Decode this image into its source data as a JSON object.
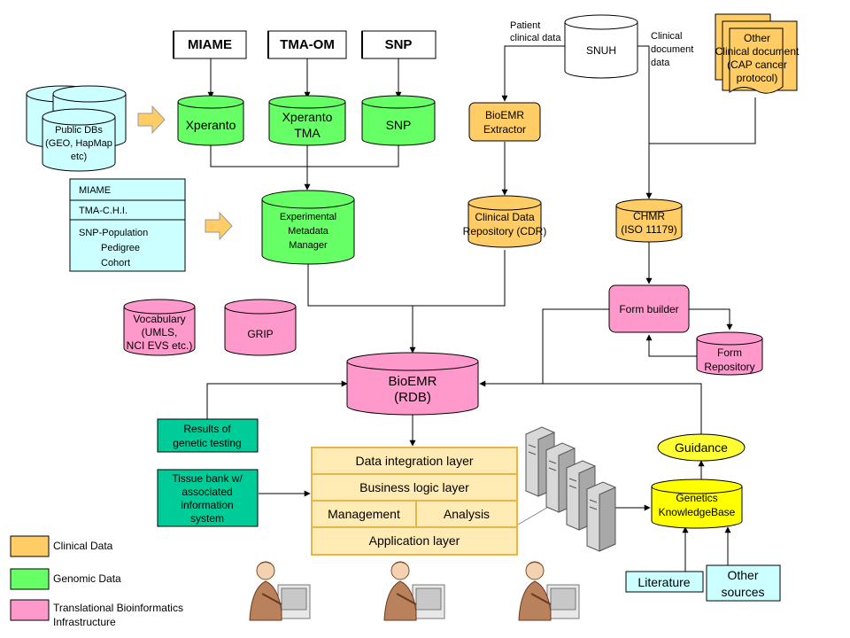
{
  "top_docs": {
    "miame": "MIAME",
    "tma_om": "TMA-OM",
    "snp": "SNP"
  },
  "public_dbs": [
    "Public DBs",
    "(GEO, HapMap",
    "etc)"
  ],
  "xperanto": "Xperanto",
  "xperanto_tma": [
    "Xperanto",
    "TMA"
  ],
  "snp_db": "SNP",
  "metadata_list": {
    "miame": "MIAME",
    "tma_chi": "TMA-C.H.I.",
    "snp_population": [
      "SNP-Population",
      "Pedigree",
      "Cohort"
    ]
  },
  "emm": [
    "Experimental",
    "Metadata",
    "Manager"
  ],
  "patient_clinical_data": [
    "Patient",
    "clinical data"
  ],
  "snuh": "SNUH",
  "clinical_document_data": [
    "Clinical",
    "document",
    "data"
  ],
  "other_clinical_doc": [
    "Other",
    "Clinical document",
    "(CAP cancer",
    "protocol)"
  ],
  "bioemr_extractor": [
    "BioEMR",
    "Extractor"
  ],
  "cdr": [
    "Clinical Data",
    "Repository (CDR)"
  ],
  "chmr": [
    "CHMR",
    "(ISO 11179)"
  ],
  "form_builder": "Form builder",
  "form_repository": [
    "Form",
    "Repository"
  ],
  "vocabulary": [
    "Vocabulary",
    "(UMLS,",
    "NCI EVS etc.)"
  ],
  "grip": "GRIP",
  "bioemr_rdb": [
    "BioEMR",
    "(RDB)"
  ],
  "results_genetic": [
    "Results of",
    "genetic testing"
  ],
  "tissue_bank": [
    "Tissue bank w/",
    "associated",
    "information",
    "system"
  ],
  "layers": {
    "data_integration": "Data integration layer",
    "business_logic": "Business logic layer",
    "management": "Management",
    "analysis": "Analysis",
    "application": "Application layer"
  },
  "guidance": "Guidance",
  "genetics_kb": [
    "Genetics",
    "KnowledgeBase"
  ],
  "literature": "Literature",
  "other_sources": [
    "Other",
    "sources"
  ],
  "legend": {
    "clinical": "Clinical Data",
    "genomic": "Genomic Data",
    "tbi": [
      "Translational Bioinformatics",
      "Infrastructure"
    ]
  },
  "colors": {
    "clinical": "#FFCC66",
    "genomic": "#66FF66",
    "tbi": "#FF99CC",
    "metadata_box": "#CCFFFF",
    "teal_box": "#00CC99",
    "layer_fill": "#FFEBB3",
    "guidance": "#FFFF33",
    "kb": "#FFFF00",
    "arrow_fill": "#FFCC66"
  },
  "icons": [
    "server-icon",
    "user-at-computer-icon"
  ]
}
